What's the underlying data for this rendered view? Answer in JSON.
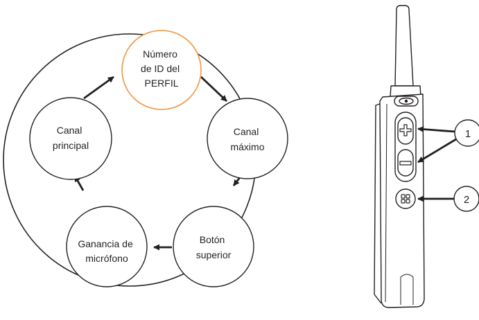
{
  "cycle": {
    "nodes": [
      {
        "id": "profile-id",
        "lines": [
          "Número",
          "de ID del",
          "PERFIL"
        ],
        "highlight": true
      },
      {
        "id": "max-channel",
        "lines": [
          "Canal",
          "máximo"
        ],
        "highlight": false
      },
      {
        "id": "top-button",
        "lines": [
          "Botón",
          "superior"
        ],
        "highlight": false
      },
      {
        "id": "mic-gain",
        "lines": [
          "Ganancia de",
          "micrófono"
        ],
        "highlight": false
      },
      {
        "id": "main-channel",
        "lines": [
          "Canal",
          "principal"
        ],
        "highlight": false
      }
    ]
  },
  "device": {
    "callouts": [
      {
        "label": "1",
        "target": "volume-buttons"
      },
      {
        "label": "2",
        "target": "menu-button"
      }
    ]
  },
  "colors": {
    "highlight": "#f0a055",
    "stroke": "#231f20",
    "background": "#ffffff"
  }
}
